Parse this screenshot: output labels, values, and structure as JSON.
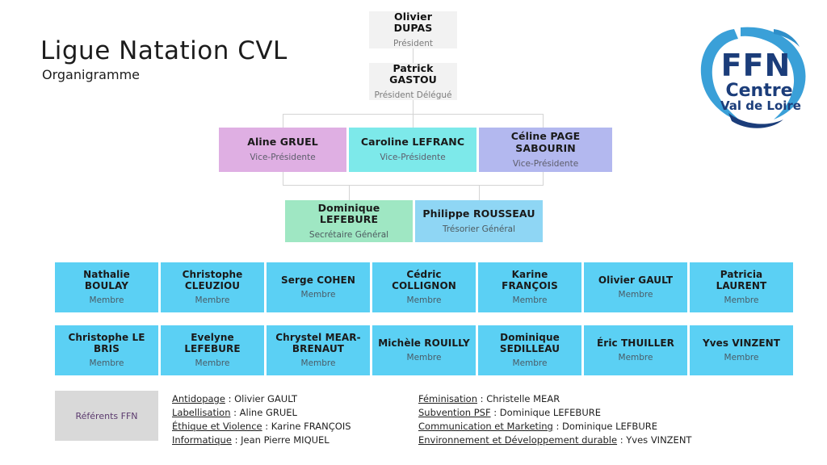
{
  "header": {
    "title": "Ligue Natation CVL",
    "subtitle": "Organigramme"
  },
  "logo": {
    "name": "ffn-centre-val-de-loire-logo",
    "line1": "FFN",
    "line2": "Centre",
    "line3": "Val de Loire",
    "swoosh_color": "#3aa0d8",
    "text_color": "#1b3d7a"
  },
  "executives": [
    {
      "name": "Olivier DUPAS",
      "role": "Président"
    },
    {
      "name": "Patrick GASTOU",
      "role": "Président Délégué"
    }
  ],
  "vice_presidents": [
    {
      "name": "Aline GRUEL",
      "role": "Vice-Présidente",
      "color": "#dfafe3"
    },
    {
      "name": "Caroline LEFRANC",
      "role": "Vice-Présidente",
      "color": "#7de9ea"
    },
    {
      "name": "Céline PAGE SABOURIN",
      "role": "Vice-Présidente",
      "color": "#b3b8ef"
    }
  ],
  "officers": [
    {
      "name": "Dominique LEFEBURE",
      "role": "Secrétaire Général",
      "color": "#9fe7c3"
    },
    {
      "name": "Philippe ROUSSEAU",
      "role": "Trésorier Général",
      "color": "#8fd6f4"
    }
  ],
  "members_row1": [
    {
      "name": "Nathalie BOULAY",
      "role": "Membre"
    },
    {
      "name": "Christophe CLEUZIOU",
      "role": "Membre"
    },
    {
      "name": "Serge COHEN",
      "role": "Membre"
    },
    {
      "name": "Cédric COLLIGNON",
      "role": "Membre"
    },
    {
      "name": "Karine FRANÇOIS",
      "role": "Membre"
    },
    {
      "name": "Olivier GAULT",
      "role": "Membre"
    },
    {
      "name": "Patricia LAURENT",
      "role": "Membre"
    }
  ],
  "members_row2": [
    {
      "name": "Christophe LE BRIS",
      "role": "Membre"
    },
    {
      "name": "Evelyne LEFEBURE",
      "role": "Membre"
    },
    {
      "name": "Chrystel MEAR-BRENAUT",
      "role": "Membre"
    },
    {
      "name": "Michèle ROUILLY",
      "role": "Membre"
    },
    {
      "name": "Dominique SEDILLEAU",
      "role": "Membre"
    },
    {
      "name": "Éric THUILLER",
      "role": "Membre"
    },
    {
      "name": "Yves VINZENT",
      "role": "Membre"
    }
  ],
  "referents": {
    "box_label": "Référents FFN",
    "column_left": [
      {
        "topic": "Antidopage",
        "person": "Olivier GAULT"
      },
      {
        "topic": "Labellisation",
        "person": "Aline GRUEL"
      },
      {
        "topic": "Éthique et Violence",
        "person": "Karine FRANÇOIS"
      },
      {
        "topic": "Informatique",
        "person": "Jean Pierre MIQUEL"
      }
    ],
    "column_right": [
      {
        "topic": "Féminisation",
        "person": "Christelle MEAR"
      },
      {
        "topic": "Subvention PSF",
        "person": "Dominique LEFEBURE"
      },
      {
        "topic": "Communication et Marketing",
        "person": "Dominique LEFBURE"
      },
      {
        "topic": "Environnement et Développement durable",
        "person": "Yves VINZENT"
      }
    ],
    "separator": " : "
  }
}
